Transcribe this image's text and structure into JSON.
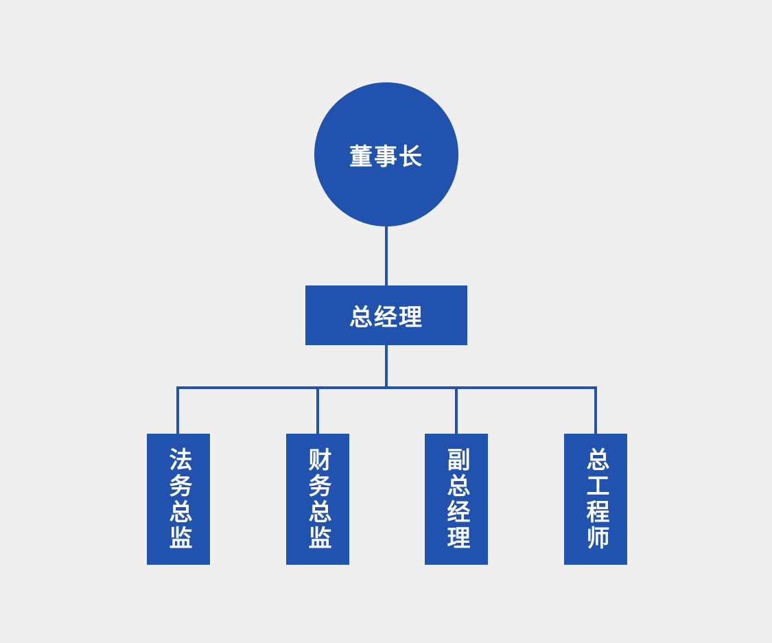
{
  "colors": {
    "canvas_background": "#efefef",
    "node_fill": "#2152ad",
    "connector": "#2152ad",
    "label_text": "#ffffff"
  },
  "org_chart": {
    "type": "org-tree",
    "root": {
      "label": "董事长",
      "shape": "circle"
    },
    "level2": {
      "label": "总经理",
      "shape": "rectangle",
      "parent": "董事长"
    },
    "level3": [
      {
        "label": "法务总监",
        "shape": "vertical-rectangle",
        "parent": "总经理"
      },
      {
        "label": "财务总监",
        "shape": "vertical-rectangle",
        "parent": "总经理"
      },
      {
        "label": "副总经理",
        "shape": "vertical-rectangle",
        "parent": "总经理"
      },
      {
        "label": "总工程师",
        "shape": "vertical-rectangle",
        "parent": "总经理"
      }
    ]
  }
}
